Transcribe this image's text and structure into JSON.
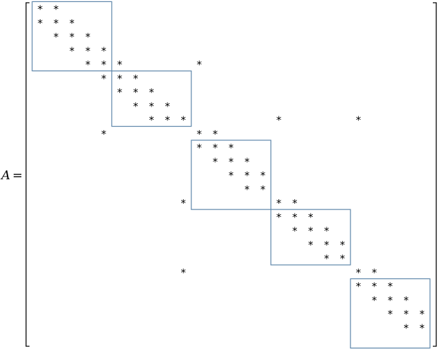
{
  "equation": {
    "symbol": "A",
    "relation": "="
  },
  "entry_glyph": "*",
  "colors": {
    "block_outline": "#5b84a8",
    "text": "#000000",
    "bracket": "#000000"
  },
  "matrix": {
    "grid_size": 25,
    "band_entries": [
      [
        0,
        0
      ],
      [
        0,
        1
      ],
      [
        1,
        0
      ],
      [
        1,
        1
      ],
      [
        1,
        2
      ],
      [
        2,
        1
      ],
      [
        2,
        2
      ],
      [
        2,
        3
      ],
      [
        3,
        2
      ],
      [
        3,
        3
      ],
      [
        3,
        4
      ],
      [
        4,
        3
      ],
      [
        4,
        4
      ],
      [
        4,
        5
      ],
      [
        4,
        10
      ],
      [
        5,
        4
      ],
      [
        5,
        5
      ],
      [
        5,
        6
      ],
      [
        6,
        5
      ],
      [
        6,
        6
      ],
      [
        6,
        7
      ],
      [
        7,
        6
      ],
      [
        7,
        7
      ],
      [
        7,
        8
      ],
      [
        8,
        7
      ],
      [
        8,
        8
      ],
      [
        8,
        9
      ],
      [
        8,
        15
      ],
      [
        8,
        20
      ],
      [
        9,
        4
      ],
      [
        9,
        10
      ],
      [
        9,
        11
      ],
      [
        10,
        10
      ],
      [
        10,
        11
      ],
      [
        10,
        12
      ],
      [
        11,
        11
      ],
      [
        11,
        12
      ],
      [
        11,
        13
      ],
      [
        12,
        12
      ],
      [
        12,
        13
      ],
      [
        12,
        14
      ],
      [
        13,
        13
      ],
      [
        13,
        14
      ],
      [
        14,
        9
      ],
      [
        14,
        15
      ],
      [
        14,
        16
      ],
      [
        15,
        15
      ],
      [
        15,
        16
      ],
      [
        15,
        17
      ],
      [
        16,
        16
      ],
      [
        16,
        17
      ],
      [
        16,
        18
      ],
      [
        17,
        17
      ],
      [
        17,
        18
      ],
      [
        17,
        19
      ],
      [
        18,
        18
      ],
      [
        18,
        19
      ],
      [
        19,
        9
      ],
      [
        19,
        20
      ],
      [
        19,
        21
      ],
      [
        20,
        20
      ],
      [
        20,
        21
      ],
      [
        20,
        22
      ],
      [
        21,
        21
      ],
      [
        21,
        22
      ],
      [
        21,
        23
      ],
      [
        22,
        22
      ],
      [
        22,
        23
      ],
      [
        22,
        24
      ],
      [
        23,
        23
      ],
      [
        23,
        24
      ]
    ],
    "blocks": [
      {
        "rows": [
          0,
          4
        ],
        "cols": [
          0,
          4
        ]
      },
      {
        "rows": [
          5,
          8
        ],
        "cols": [
          5,
          9
        ]
      },
      {
        "rows": [
          10,
          14
        ],
        "cols": [
          10,
          14
        ]
      },
      {
        "rows": [
          15,
          18
        ],
        "cols": [
          15,
          19
        ]
      },
      {
        "rows": [
          20,
          24
        ],
        "cols": [
          20,
          24
        ]
      }
    ]
  }
}
